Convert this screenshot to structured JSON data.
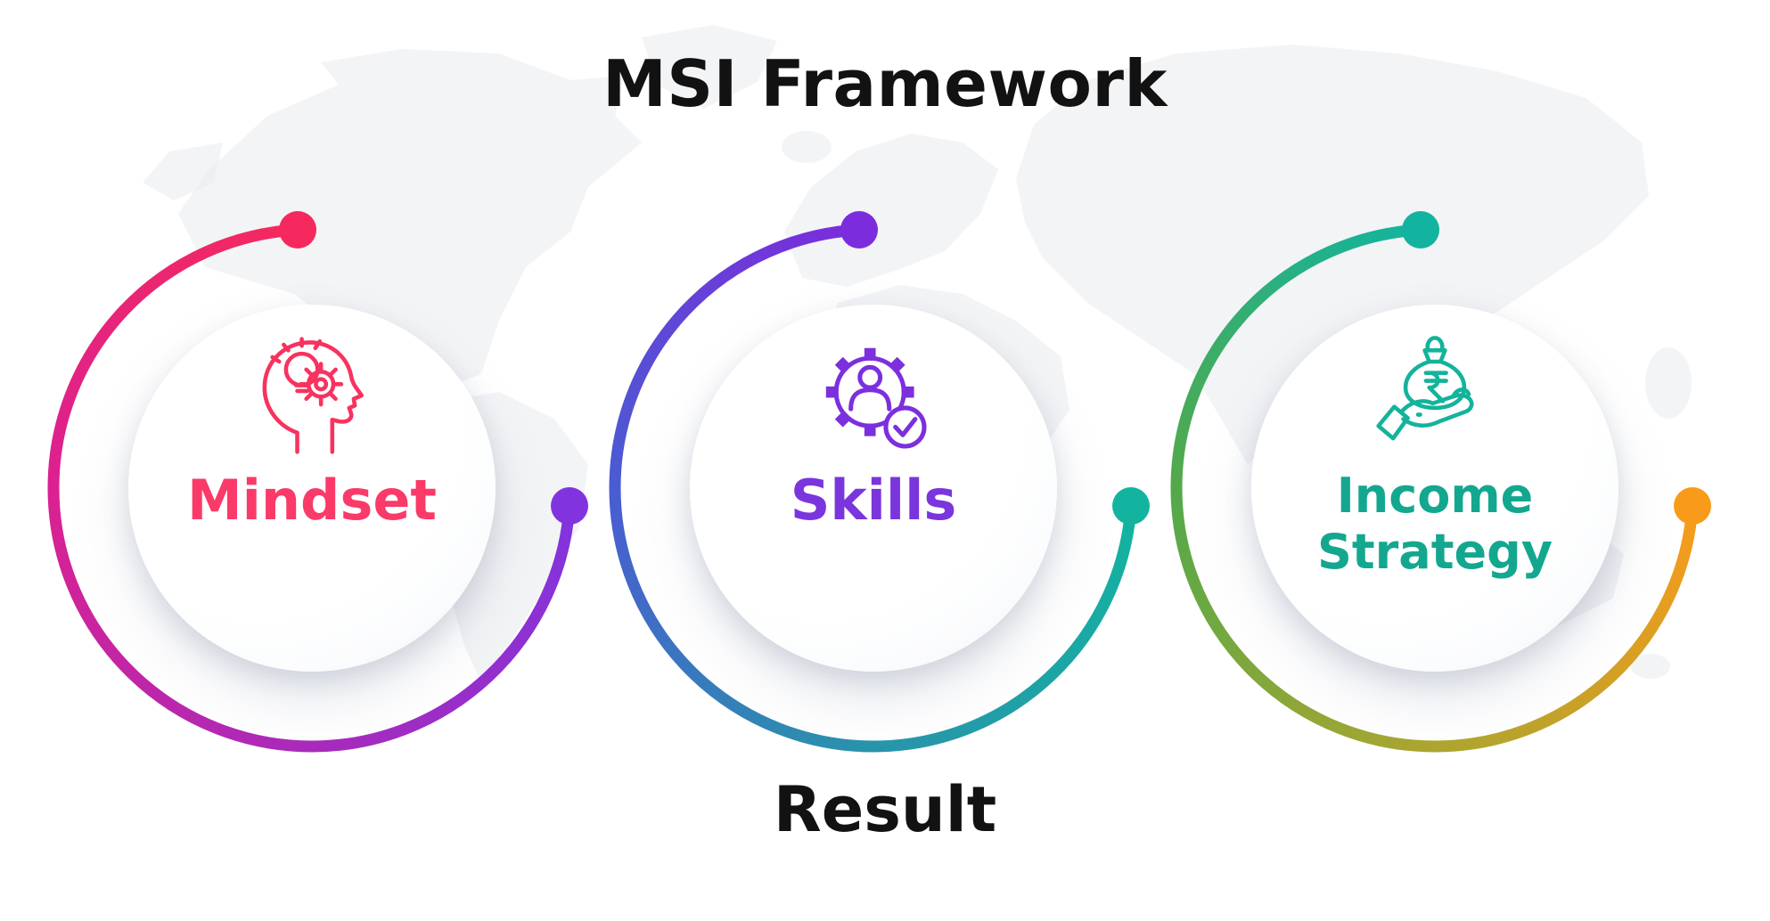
{
  "title": "MSI Framework",
  "title_color": "#121212",
  "result_label": "Result",
  "background": {
    "description": "faint light-gray world map silhouette",
    "map_color": "#e9ebee"
  },
  "steps": [
    {
      "label": "Mindset",
      "text_color": "#FA3A68",
      "icon": "head-lightbulb-gear-icon",
      "icon_color": "#F8325F",
      "arc_colors": [
        "#F5295E",
        "#DB2191",
        "#A82ABB",
        "#8134DE"
      ],
      "start_dot_color": "#F5295E",
      "end_dot_color": "#8134DE"
    },
    {
      "label": "Skills",
      "text_color": "#7A35DD",
      "icon": "gear-person-check-icon",
      "icon_color": "#7C2FDD",
      "arc_colors": [
        "#7B2CDC",
        "#4A5CD2",
        "#2894AA",
        "#12B4A0"
      ],
      "start_dot_color": "#7B2CDC",
      "end_dot_color": "#12B4A0"
    },
    {
      "label": "Income Strategy",
      "text_color": "#14A78F",
      "icon": "hand-money-bag-rupee-icon",
      "icon_color": "#14B39B",
      "arc_colors": [
        "#12B4A0",
        "#53A94A",
        "#ACA52F",
        "#F89B1B"
      ],
      "start_dot_color": "#12B4A0",
      "end_dot_color": "#F89B1B"
    }
  ]
}
